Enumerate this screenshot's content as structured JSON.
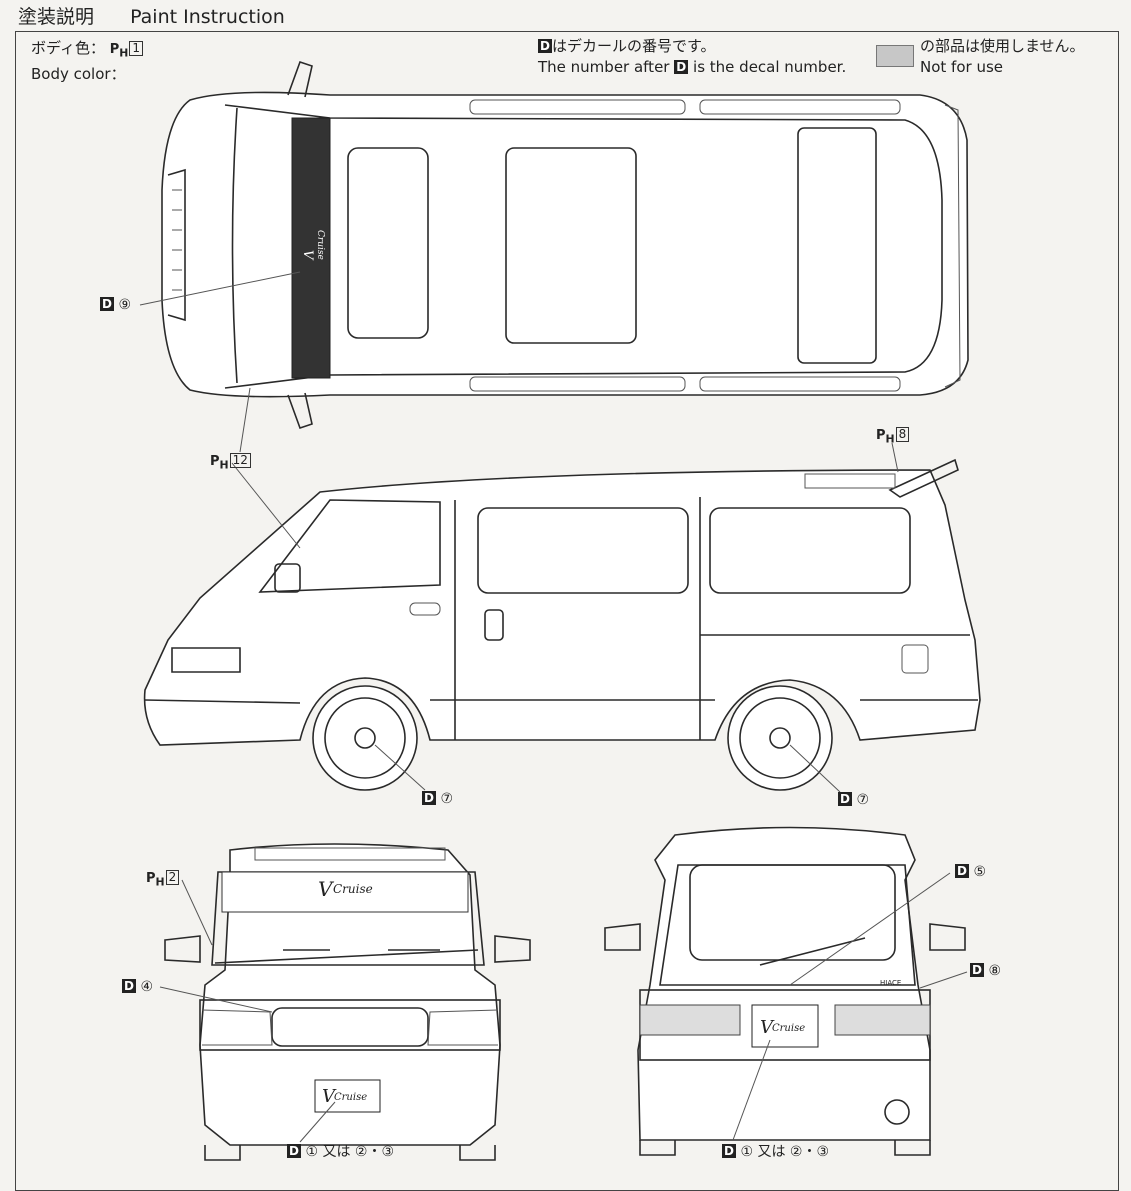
{
  "header": {
    "title_jp": "塗装説明",
    "title_en": "Paint Instruction"
  },
  "legend": {
    "body_color_jp": "ボディ色：",
    "body_color_en": "Body color：",
    "body_color_code": "1",
    "paint_prefix": "P",
    "paint_sub": "H",
    "decal_symbol": "D",
    "decal_note_jp": "はデカールの番号です。",
    "decal_note_en_before": "The number after",
    "decal_note_en_after": "is the decal number.",
    "unused_note_jp": "の部品は使用しません。",
    "unused_note_en": "Not for use",
    "unused_color": "#c7c7c7"
  },
  "callouts": {
    "top_view_decal": "⑨",
    "windshield_paint": "12",
    "spoiler_paint": "8",
    "front_wheel_decal": "⑦",
    "rear_wheel_decal": "⑦",
    "front_pillar_paint": "2",
    "grille_decal": "④",
    "front_plate_decal": "① 又は ②・③",
    "rear_wiper_decal": "⑤",
    "rear_badge_decal": "⑧",
    "rear_plate_decal": "① 又は ②・③"
  },
  "decal_art": {
    "vcruise_v": "V",
    "vcruise_text": "Cruise",
    "hiace_badge": "HIACE"
  }
}
